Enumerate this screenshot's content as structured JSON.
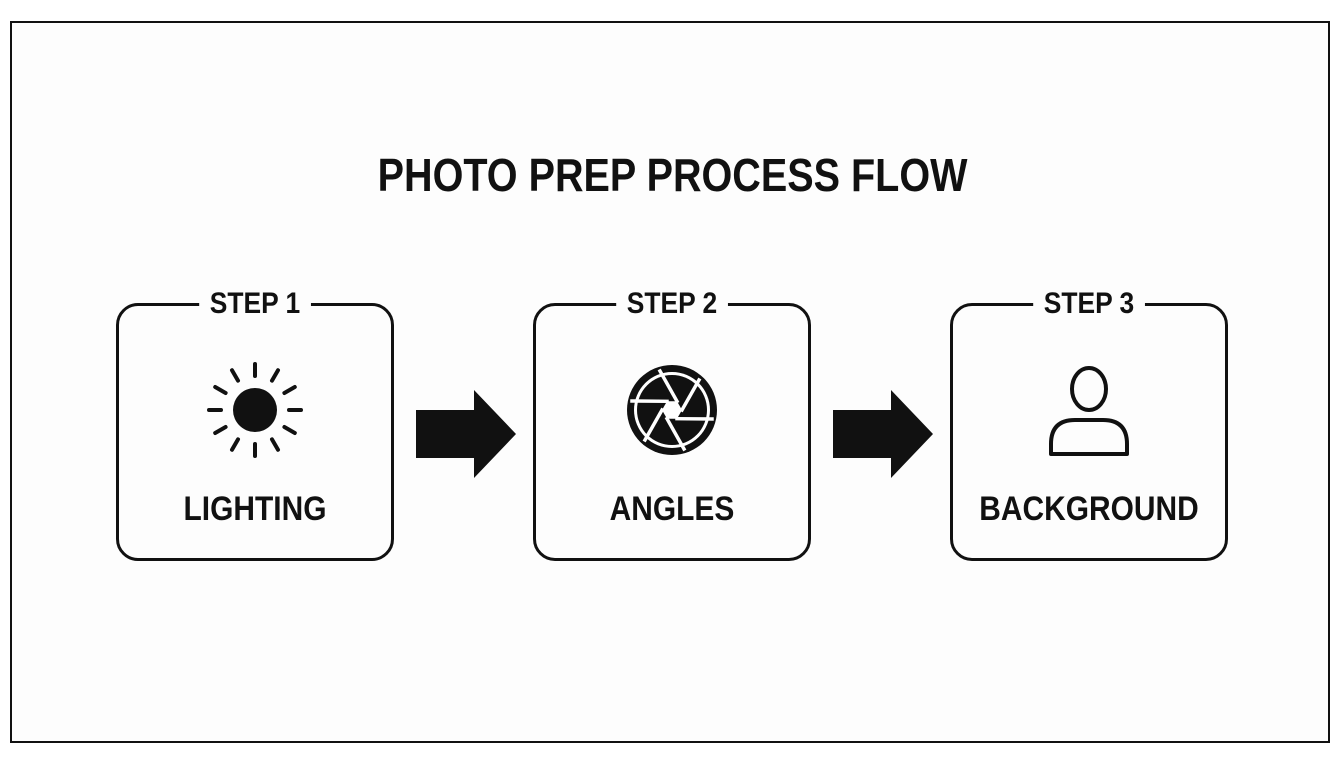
{
  "diagram": {
    "title": "PHOTO PREP PROCESS FLOW",
    "steps": [
      {
        "label": "STEP 1",
        "name": "LIGHTING",
        "icon": "sun-icon"
      },
      {
        "label": "STEP 2",
        "name": "ANGLES",
        "icon": "camera-aperture-icon"
      },
      {
        "label": "STEP 3",
        "name": "BACKGROUND",
        "icon": "person-icon"
      }
    ],
    "colors": {
      "ink": "#111111",
      "background": "#fdfdfd"
    }
  }
}
